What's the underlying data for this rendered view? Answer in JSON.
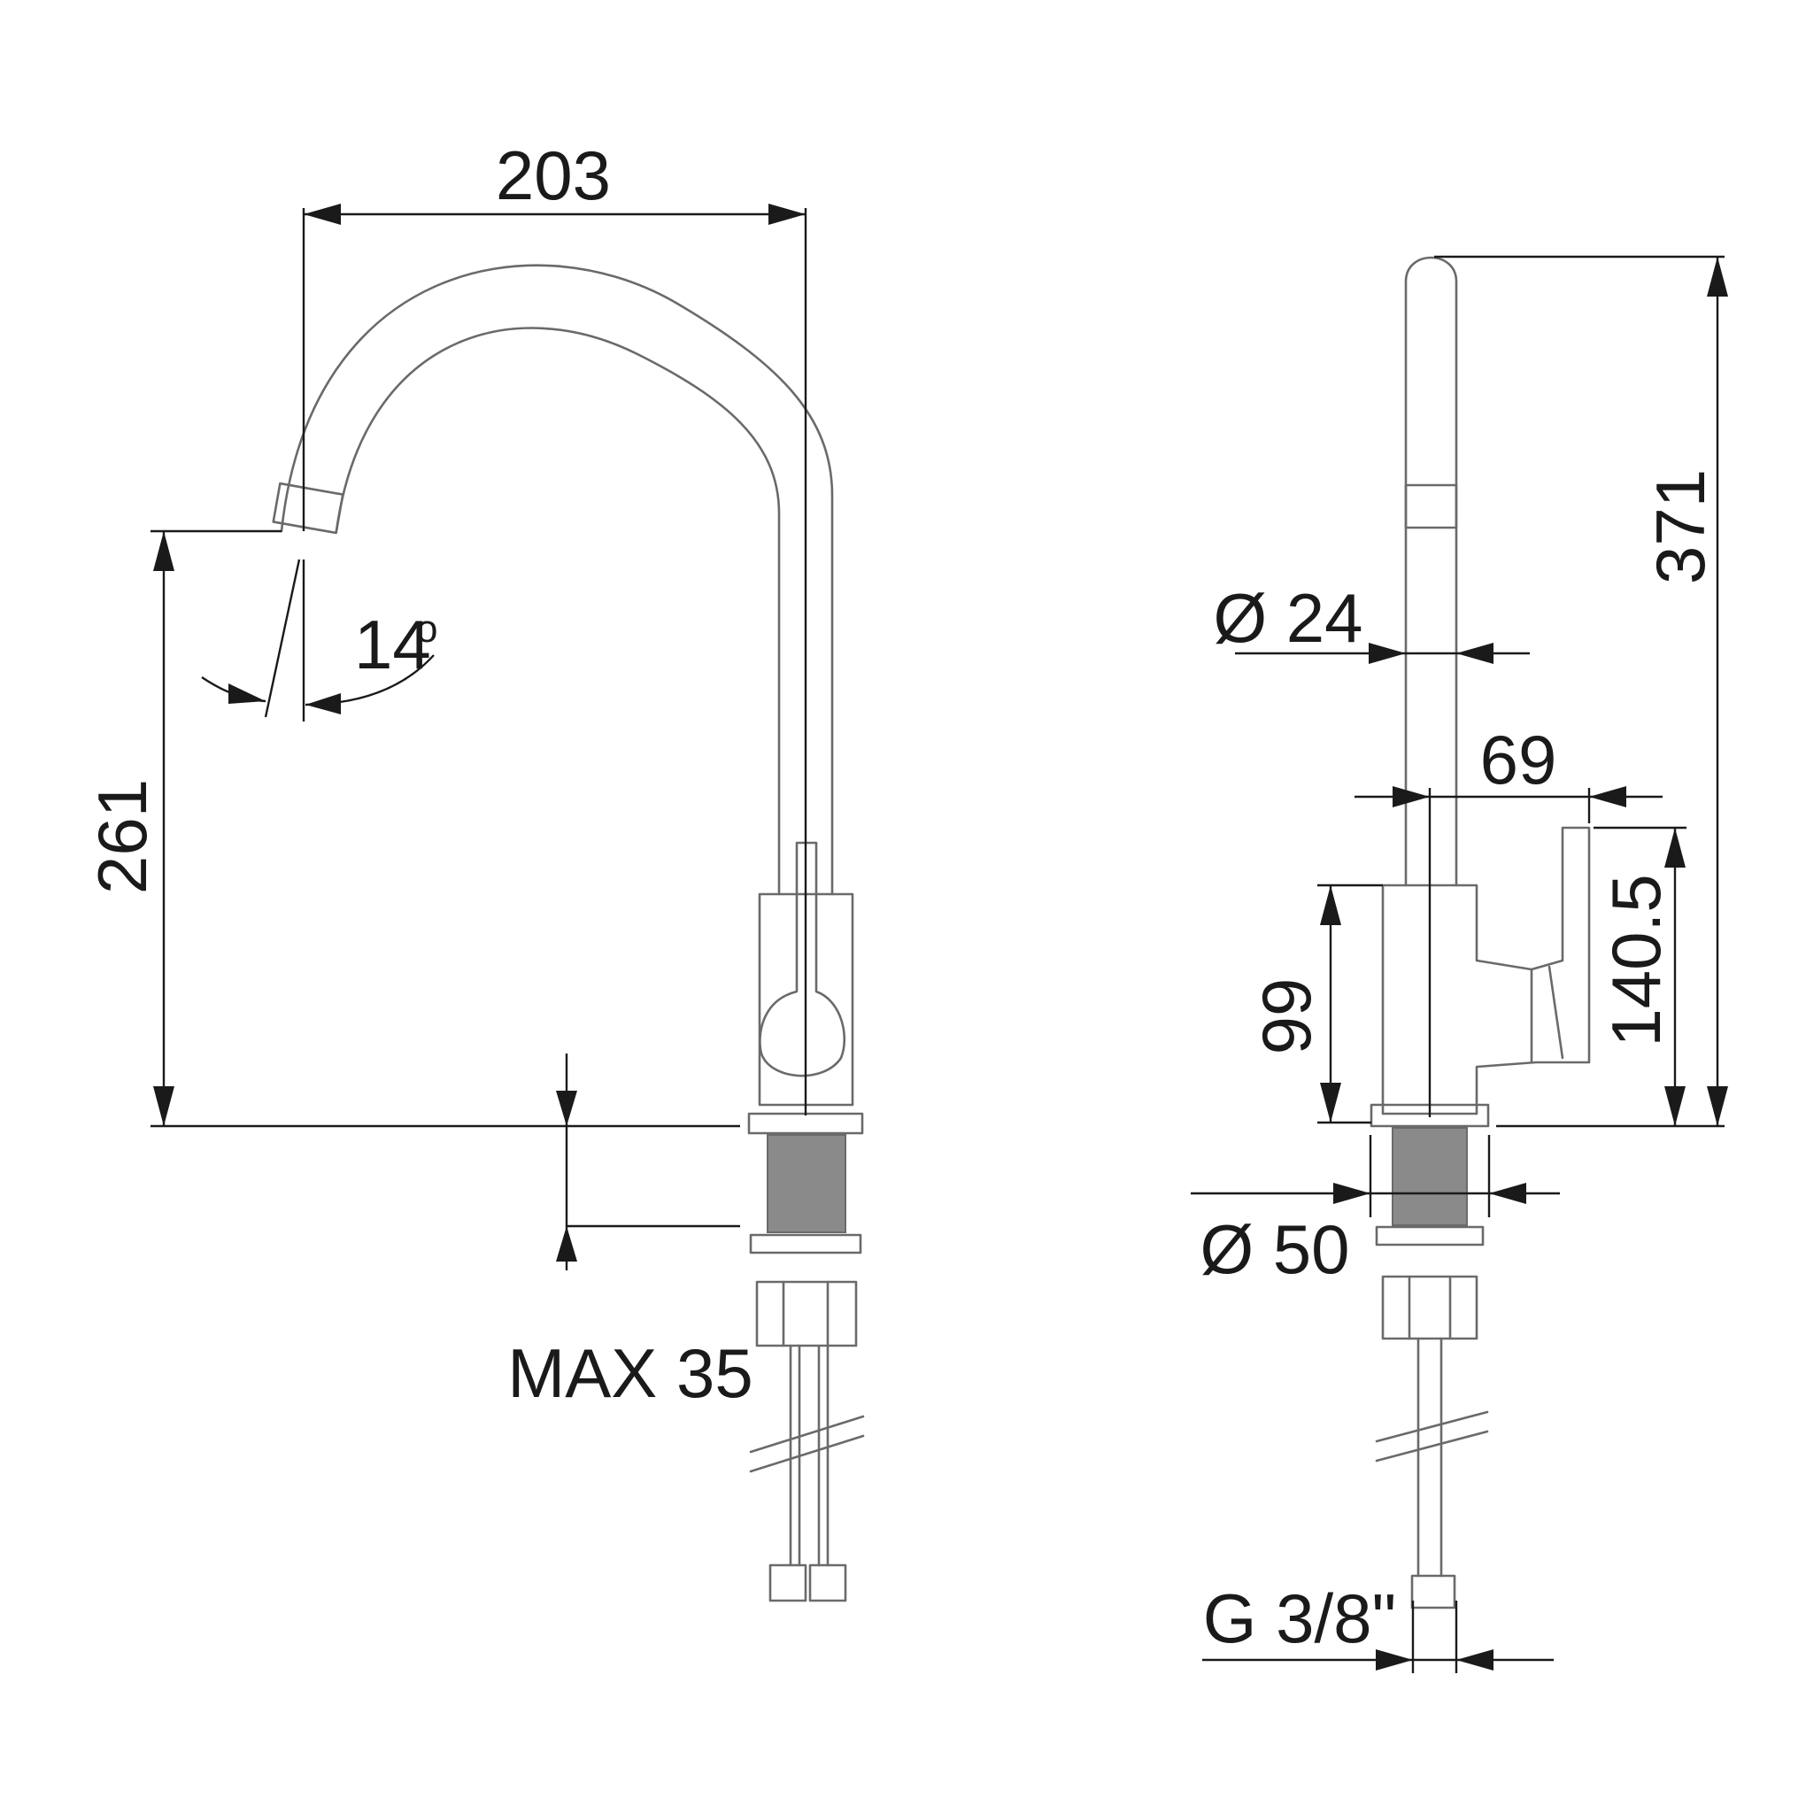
{
  "dimensions": {
    "spout_reach": "203",
    "spout_height": "261",
    "tilt_angle": "14",
    "tilt_degree": "o",
    "max_thickness": "MAX 35",
    "total_height": "371",
    "spout_diameter": "Ø 24",
    "handle_offset": "69",
    "body_height": "99",
    "handle_height": "140.5",
    "base_diameter": "Ø 50",
    "connection": "G 3/8\""
  },
  "colors": {
    "outline": "#6a6a6a",
    "dimension": "#1a1a1a",
    "thread": "#8a8a8a"
  }
}
